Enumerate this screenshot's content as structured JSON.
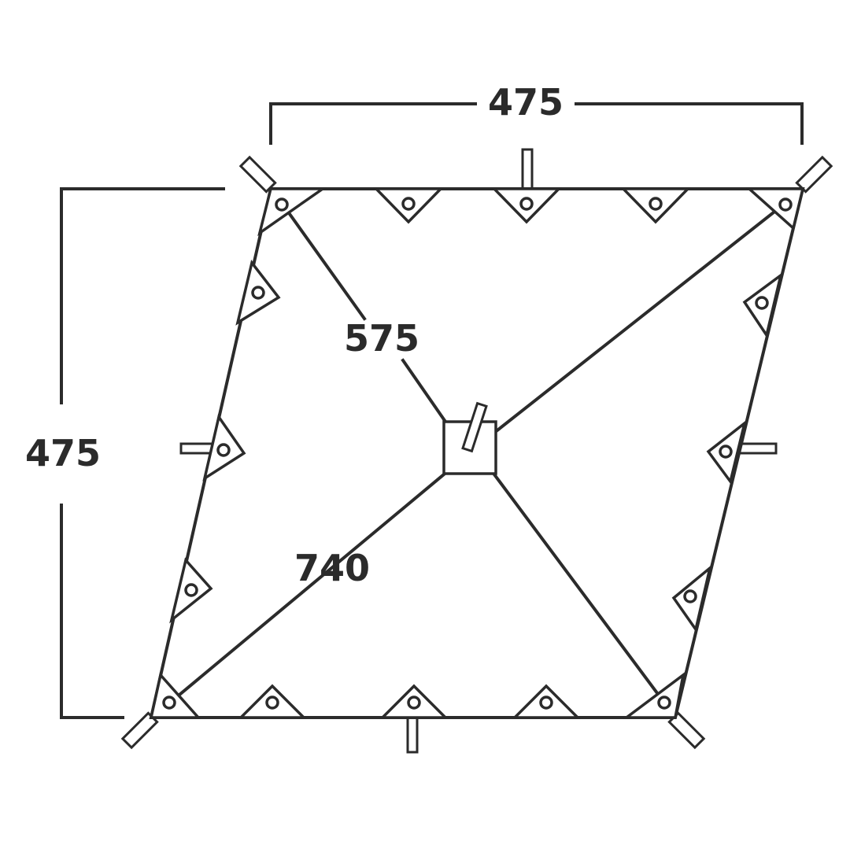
{
  "dimensions": {
    "top_width": "475",
    "side_height": "475",
    "half_diagonal": "575",
    "diagonal": "740"
  },
  "colors": {
    "stroke": "#2b2b2b",
    "background": "#ffffff"
  }
}
